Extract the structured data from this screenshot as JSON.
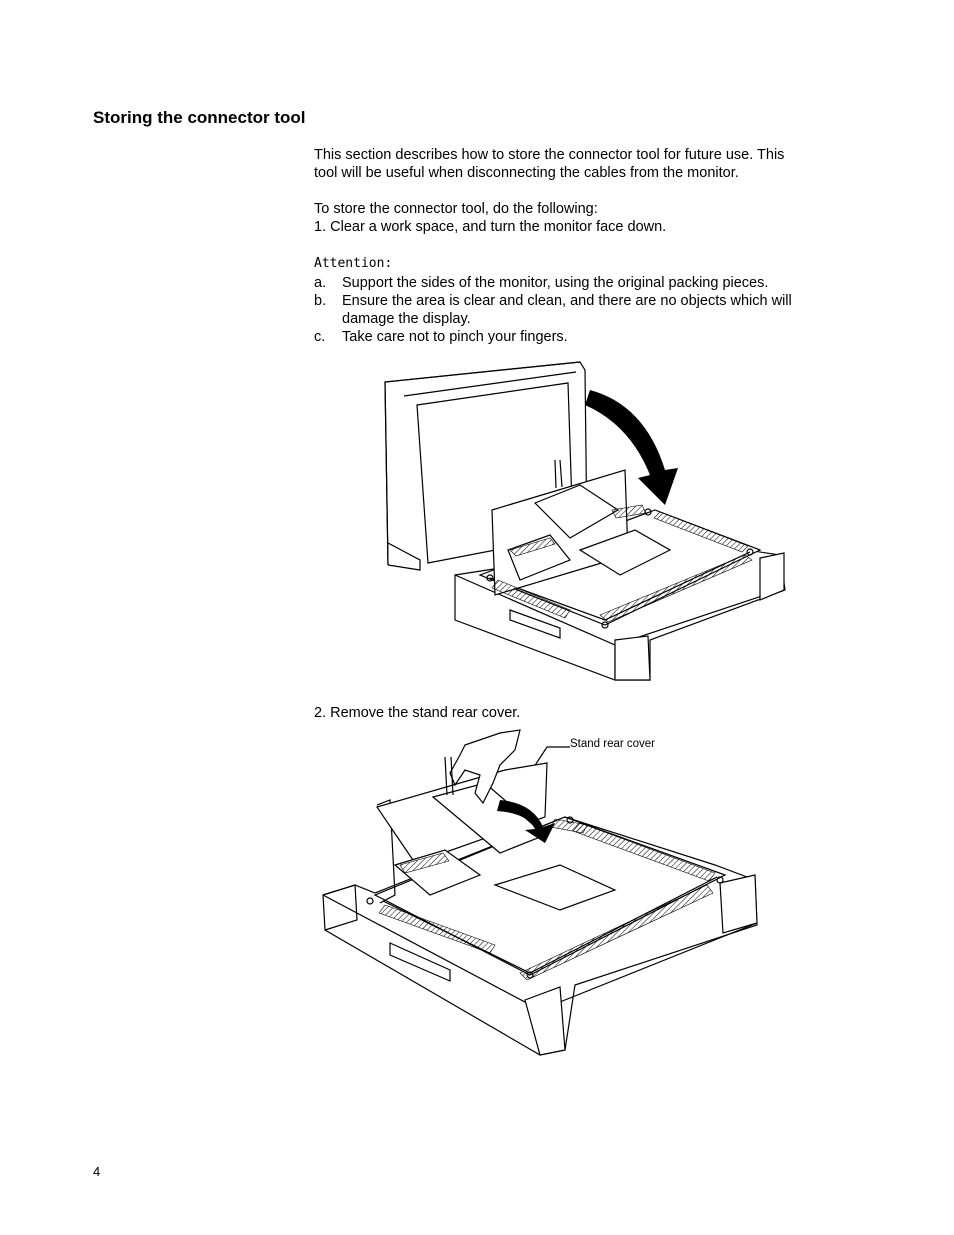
{
  "heading": "Storing the connector tool",
  "intro": {
    "line1": "This section describes how to store the connector tool for future use. This",
    "line2": "tool will be useful when disconnecting the cables from the monitor."
  },
  "steps_intro": "To store the connector tool, do the following:",
  "step1": "1. Clear a work space, and turn the monitor face down.",
  "attention": {
    "label": "Attention:",
    "items": [
      {
        "letter": "a.",
        "text": "Support the sides of the monitor, using the original packing pieces."
      },
      {
        "letter": "b.",
        "text": "Ensure the area is clear and clean, and there are no objects which will damage the display."
      },
      {
        "letter": "c.",
        "text": "Take care not to pinch your fingers."
      }
    ]
  },
  "step2": "2. Remove the stand rear cover.",
  "figure2_callout": "Stand rear cover",
  "page_number": "4"
}
